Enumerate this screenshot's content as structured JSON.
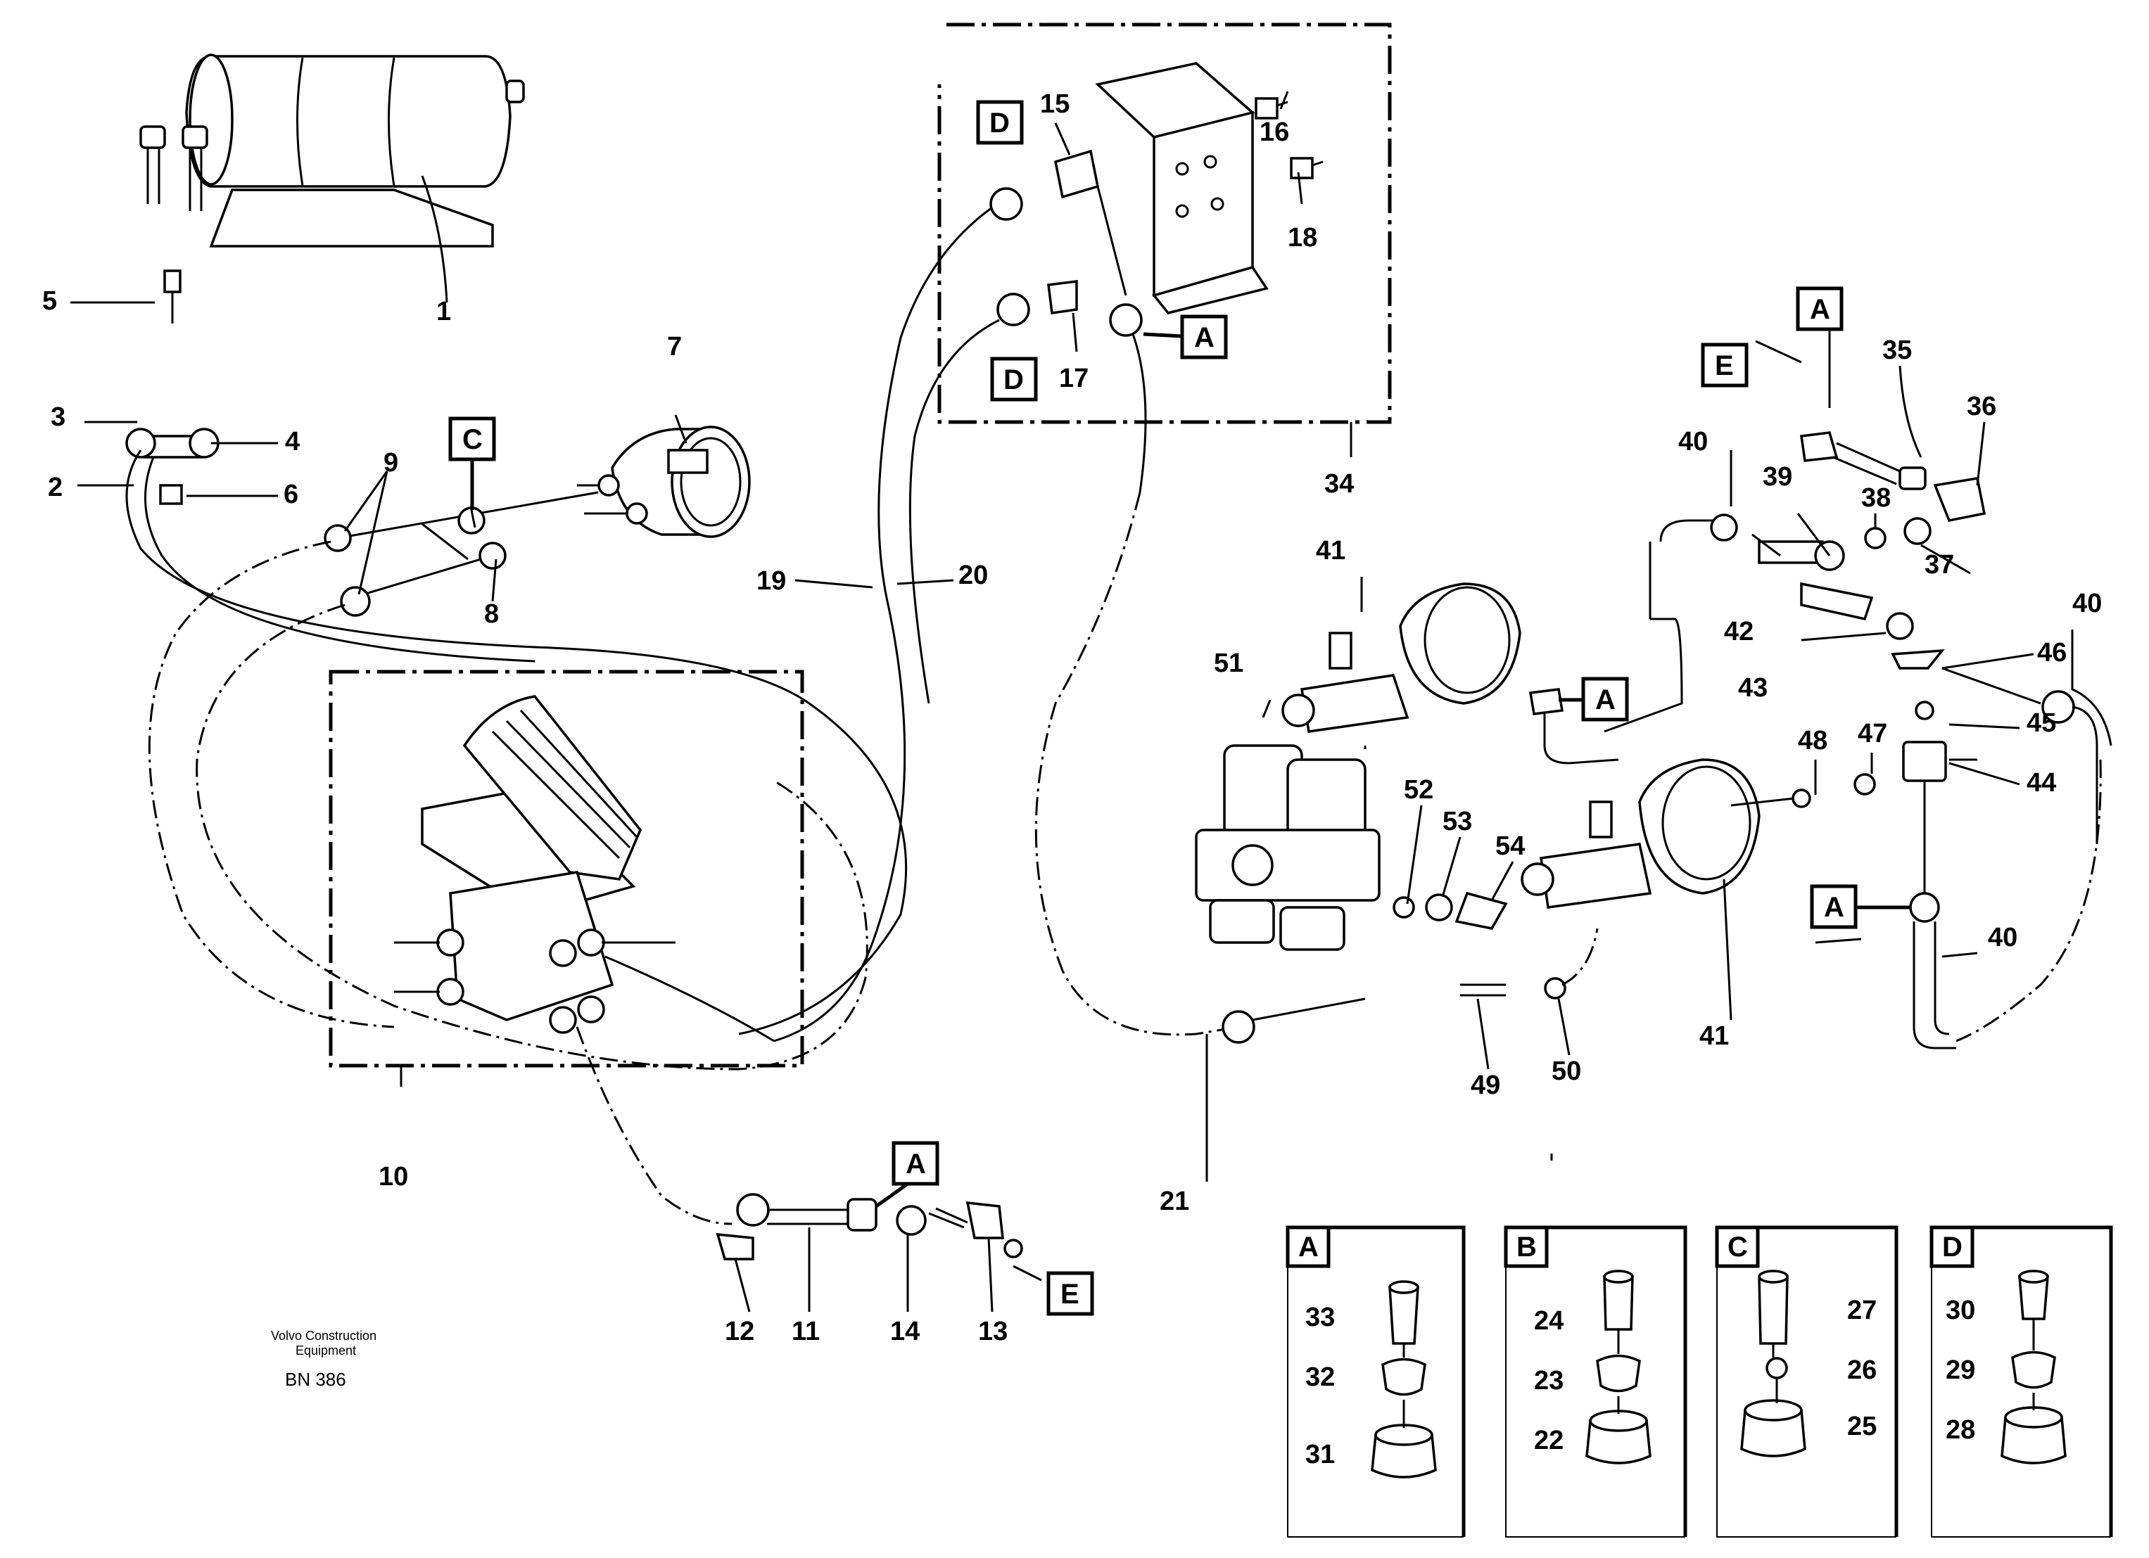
{
  "labels": {
    "n1": "1",
    "n2": "2",
    "n3": "3",
    "n4": "4",
    "n5": "5",
    "n6": "6",
    "n7": "7",
    "n8": "8",
    "n9": "9",
    "n10": "10",
    "n11": "11",
    "n12": "12",
    "n13": "13",
    "n14": "14",
    "n15": "15",
    "n16": "16",
    "n17": "17",
    "n18": "18",
    "n19": "19",
    "n20": "20",
    "n21": "21",
    "n22": "22",
    "n23": "23",
    "n24": "24",
    "n25": "25",
    "n26": "26",
    "n27": "27",
    "n28": "28",
    "n29": "29",
    "n30": "30",
    "n31": "31",
    "n32": "32",
    "n33": "33",
    "n34": "34",
    "n35": "35",
    "n36": "36",
    "n37": "37",
    "n38": "38",
    "n39": "39",
    "n40": "40",
    "n41": "41",
    "n42": "42",
    "n43": "43",
    "n44": "44",
    "n45": "45",
    "n46": "46",
    "n47": "47",
    "n48": "48",
    "n49": "49",
    "n50": "50",
    "n51": "51",
    "n52": "52",
    "n53": "53",
    "n54": "54"
  },
  "tags": {
    "a": "A",
    "b": "B",
    "c": "C",
    "d": "D",
    "e": "E"
  },
  "credit": {
    "line1": "Volvo Construction",
    "line2": "Equipment",
    "code": "BN 386"
  }
}
